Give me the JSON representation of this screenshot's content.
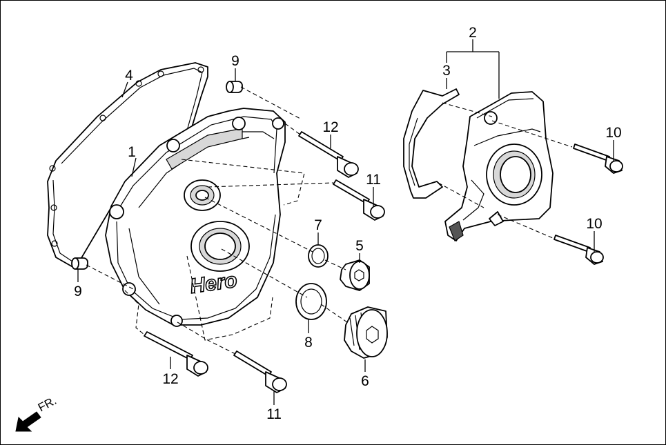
{
  "diagram": {
    "brand_text": "Hero",
    "direction_label": "FR.",
    "callouts": [
      {
        "id": "c1",
        "text": "1"
      },
      {
        "id": "c2",
        "text": "2"
      },
      {
        "id": "c3",
        "text": "3"
      },
      {
        "id": "c4",
        "text": "4"
      },
      {
        "id": "c5",
        "text": "5"
      },
      {
        "id": "c6",
        "text": "6"
      },
      {
        "id": "c7",
        "text": "7"
      },
      {
        "id": "c8",
        "text": "8"
      },
      {
        "id": "c9a",
        "text": "9"
      },
      {
        "id": "c9b",
        "text": "9"
      },
      {
        "id": "c10a",
        "text": "10"
      },
      {
        "id": "c10b",
        "text": "10"
      },
      {
        "id": "c11a",
        "text": "11"
      },
      {
        "id": "c11b",
        "text": "11"
      },
      {
        "id": "c12a",
        "text": "12"
      },
      {
        "id": "c12b",
        "text": "12"
      }
    ]
  }
}
